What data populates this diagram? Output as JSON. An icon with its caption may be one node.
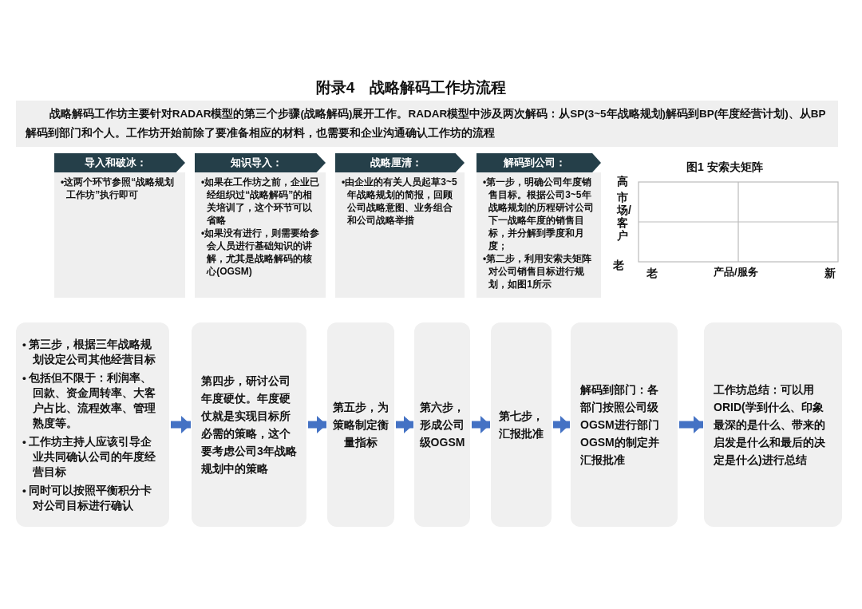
{
  "diagram": {
    "title": "附录4　战略解码工作坊流程",
    "nodes": [
      {
        "text": [
          "战略解码工作坊主要针对RADAR模型的第三个步骤(战略解码)展开工作。RADAR模型中涉及两次解码：从SP(3~5年战略规划)解码到BP(年度经营计划)、从BP解码到部门和个人。工作坊开始前除了要准备相应的材料，也需要和企业沟通确认工作坊的流程"
        ]
      },
      {
        "text": [
          "导入和破冰：",
          "•这两个环节参照“战略规划工作坊”执行即可"
        ]
      },
      {
        "text": [
          "知识导入：",
          "•如果在工作坊之前，企业已经组织过“战略解码”的相关培训了，这个环节可以省略",
          "•如果没有进行，则需要给参会人员进行基础知识的讲解，尤其是战略解码的核心(OGSM)"
        ]
      },
      {
        "text": [
          "战略厘清：",
          "•由企业的有关人员起草3~5年战略规划的简报，回顾公司战略意图、业务组合和公司战略举措"
        ]
      },
      {
        "text": [
          "解码到公司：",
          "•第一步，明确公司年度销售目标。根据公司3~5年战略规划的历程研讨公司下一战略年度的销售目标，并分解到季度和月度；",
          "•第二步，利用安索夫矩阵对公司销售目标进行规划，如图1所示"
        ]
      },
      {
        "text": [
          "• 第三步，根据三年战略规划设定公司其他经营目标",
          "• 包括但不限于：利润率、回款、资金周转率、大客户占比、流程效率、管理熟度等。",
          "• 工作坊主持人应该引导企业共同确认公司的年度经营目标",
          "• 同时可以按照平衡积分卡对公司目标进行确认"
        ]
      },
      {
        "text": [
          "第四步，研讨公司年度硬仗。年度硬仗就是实现目标所必需的策略，这个要考虑公司3年战略规划中的策略"
        ]
      },
      {
        "text": [
          "第五步，为策略制定衡量指标"
        ]
      },
      {
        "text": [
          "第六步，形成公司级OGSM"
        ]
      },
      {
        "text": [
          "第七步，汇报批准"
        ]
      },
      {
        "text": [
          "解码到部门：各部门按照公司级OGSM进行部门OGSM的制定并汇报批准"
        ]
      },
      {
        "text": [
          "工作坊总结：可以用ORID(学到什么、印象最深的是什么、带来的启发是什么和最后的决定是什么)进行总结"
        ]
      }
    ],
    "edges": [
      {
        "from": 5,
        "to": 6,
        "arrow": "to"
      },
      {
        "from": 6,
        "to": 7,
        "arrow": "to"
      },
      {
        "from": 7,
        "to": 8,
        "arrow": "to"
      },
      {
        "from": 8,
        "to": 9,
        "arrow": "to"
      },
      {
        "from": 9,
        "to": 10,
        "arrow": "to"
      },
      {
        "from": 10,
        "to": 11,
        "arrow": "to"
      }
    ],
    "labels": [
      "图1 安索夫矩阵",
      "高",
      "市场/客户",
      "老",
      "老",
      "产品/服务",
      "新"
    ]
  }
}
